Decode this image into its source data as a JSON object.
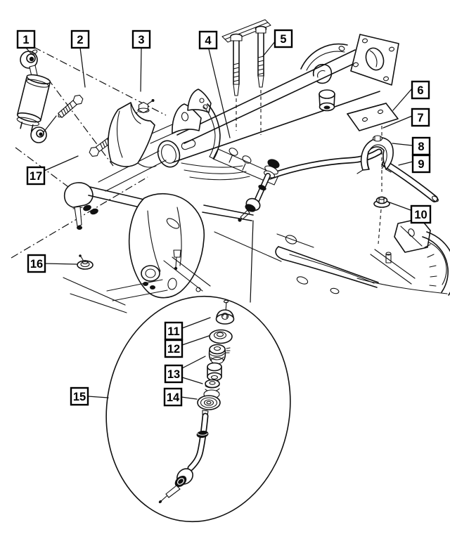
{
  "figure": {
    "type": "exploded-parts-line-diagram",
    "background": "#ffffff",
    "line_color": "#111111",
    "callout_fill": "#ffffff",
    "callout_border": "#000000",
    "callout_text_color": "#000000",
    "callouts": [
      {
        "label": "1"
      },
      {
        "label": "2"
      },
      {
        "label": "3"
      },
      {
        "label": "4"
      },
      {
        "label": "5"
      },
      {
        "label": "6"
      },
      {
        "label": "7"
      },
      {
        "label": "8"
      },
      {
        "label": "9"
      },
      {
        "label": "10"
      },
      {
        "label": "11"
      },
      {
        "label": "12"
      },
      {
        "label": "13"
      },
      {
        "label": "14"
      },
      {
        "label": "15"
      },
      {
        "label": "16"
      },
      {
        "label": "17"
      }
    ]
  }
}
